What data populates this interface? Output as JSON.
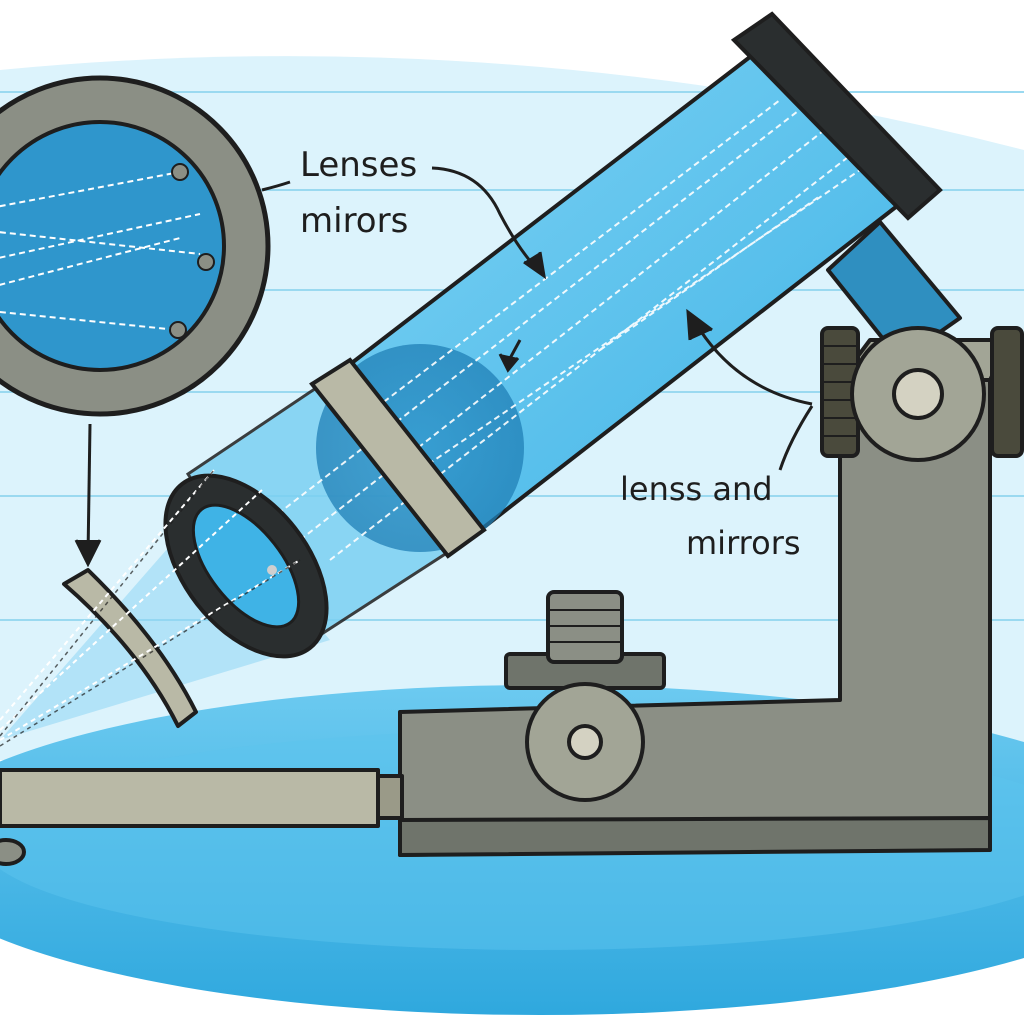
{
  "labels": {
    "top_line1": "Lenses",
    "top_line2": "mirors",
    "right_line1": "lenss and",
    "right_line2": "mirrors"
  },
  "colors": {
    "background_band": "#dcf3fc",
    "guide_lines": "#9ad9f0",
    "floor": "#3fb8e6",
    "tube": "#58c3ee",
    "metal": "#8b8f85",
    "metal_light": "#b9b9a6",
    "outline": "#1e1e1e",
    "ring_dark": "#2a2e2f"
  }
}
